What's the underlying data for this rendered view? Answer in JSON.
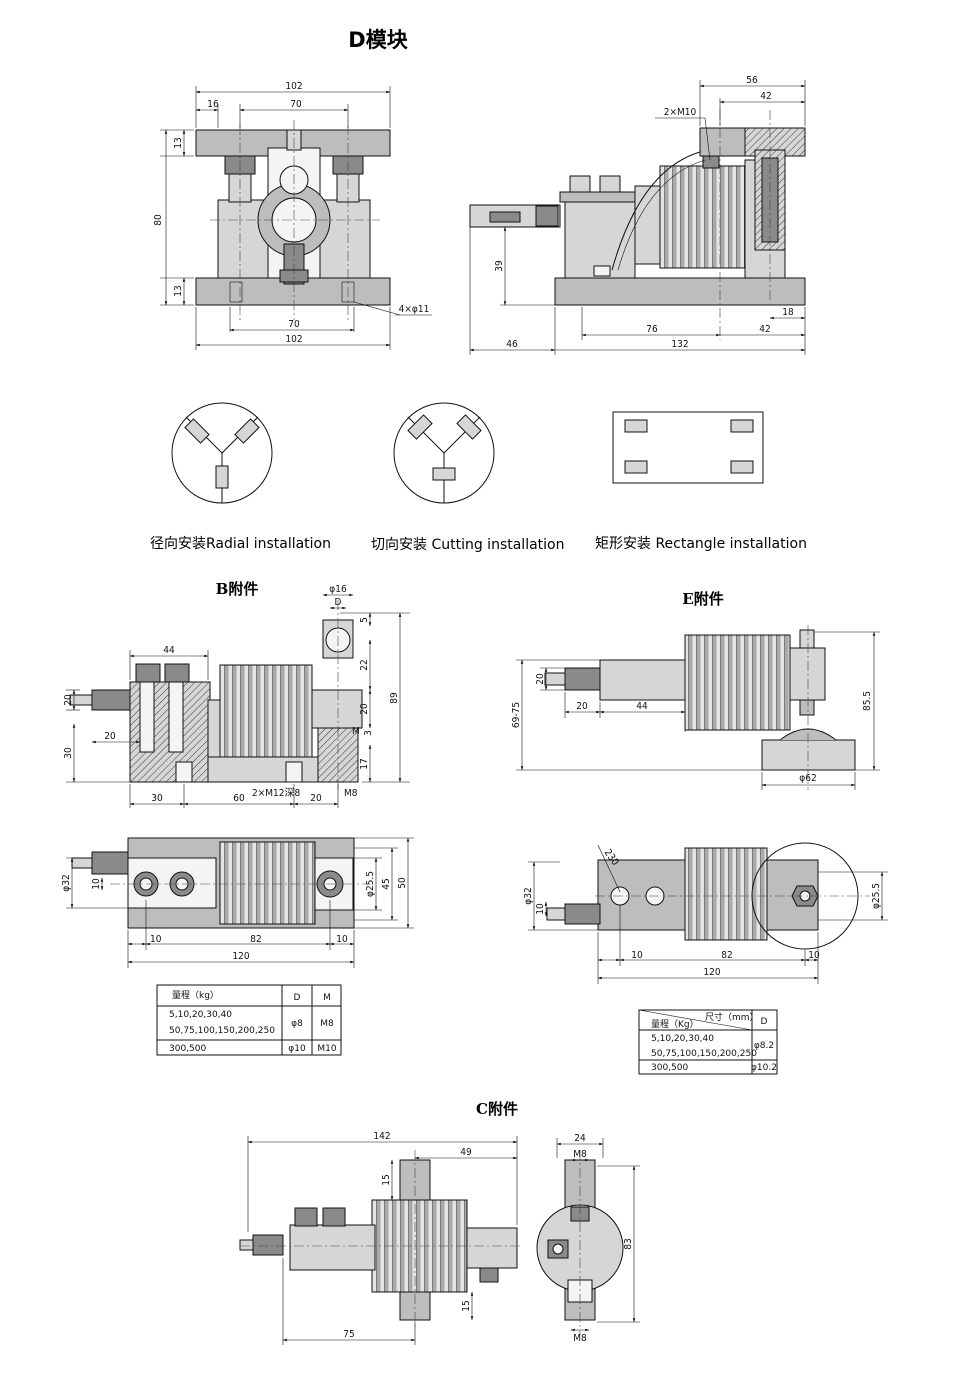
{
  "main_title": "D模块",
  "d_module": {
    "front": {
      "dim_top_total": "102",
      "dim_left_offset": "16",
      "dim_inner": "70",
      "dim_top_plate": "13",
      "dim_height": "80",
      "dim_bottom_plate": "13",
      "dim_holes": "4×φ11",
      "dim_bottom_inner": "70",
      "dim_bottom_total": "102"
    },
    "side": {
      "dim_top_56": "56",
      "dim_top_42": "42",
      "dim_thread": "2×M10",
      "dim_39": "39",
      "dim_18": "18",
      "dim_76": "76",
      "dim_42b": "42",
      "dim_46": "46",
      "dim_132": "132"
    }
  },
  "installations": {
    "radial": "径向安装Radial installation",
    "cutting": "切向安装 Cutting installation",
    "rectangle": "矩形安装 Rectangle installation"
  },
  "b_part": {
    "title": "B附件",
    "side": {
      "d16": "φ16",
      "d_label": "D",
      "d44": "44",
      "d5": "5",
      "d22": "22",
      "d20r": "20",
      "d89": "89",
      "d3": "3",
      "dM": "M",
      "d17": "17",
      "d20l": "20",
      "d30l": "30",
      "d20i": "20",
      "d30b": "30",
      "d60b": "60",
      "dthread": "2×M12深8",
      "d20b": "20",
      "dM8": "M8"
    },
    "top": {
      "d32": "φ32",
      "d10": "10",
      "d255": "φ25.5",
      "d45": "45",
      "d50": "50",
      "d10l": "10",
      "d82": "82",
      "d10r": "10",
      "d120": "120"
    },
    "table": {
      "headers": [
        "量程（kg）",
        "D",
        "M"
      ],
      "rows": [
        [
          "5,10,20,30,40",
          "",
          ""
        ],
        [
          "50,75,100,150,200,250",
          "φ8",
          "M8"
        ],
        [
          "300,500",
          "φ10",
          "M10"
        ]
      ]
    }
  },
  "e_part": {
    "title": "E附件",
    "side": {
      "d20": "20",
      "d6975": "69-75",
      "d20b": "20",
      "d44": "44",
      "d855": "85.5",
      "d62": "φ62"
    },
    "top": {
      "d230": "230",
      "d32": "φ32",
      "d10": "10",
      "d10l": "10",
      "d82": "82",
      "d10r": "10",
      "d255": "φ25.5",
      "d120": "120"
    },
    "table": {
      "header_size": "尺寸（mm）",
      "header_range": "量程（Kg）",
      "header_d": "D",
      "rows": [
        [
          "5,10,20,30,40",
          ""
        ],
        [
          "50,75,100,150,200,250",
          "φ8.2"
        ],
        [
          "300,500",
          "φ10.2"
        ]
      ]
    }
  },
  "c_part": {
    "title": "C附件",
    "side": {
      "d142": "142",
      "d49": "49",
      "d15t": "15",
      "d15b": "15",
      "d75": "75"
    },
    "end": {
      "d24": "24",
      "dM8t": "M8",
      "d83": "83",
      "dM8b": "M8"
    }
  }
}
